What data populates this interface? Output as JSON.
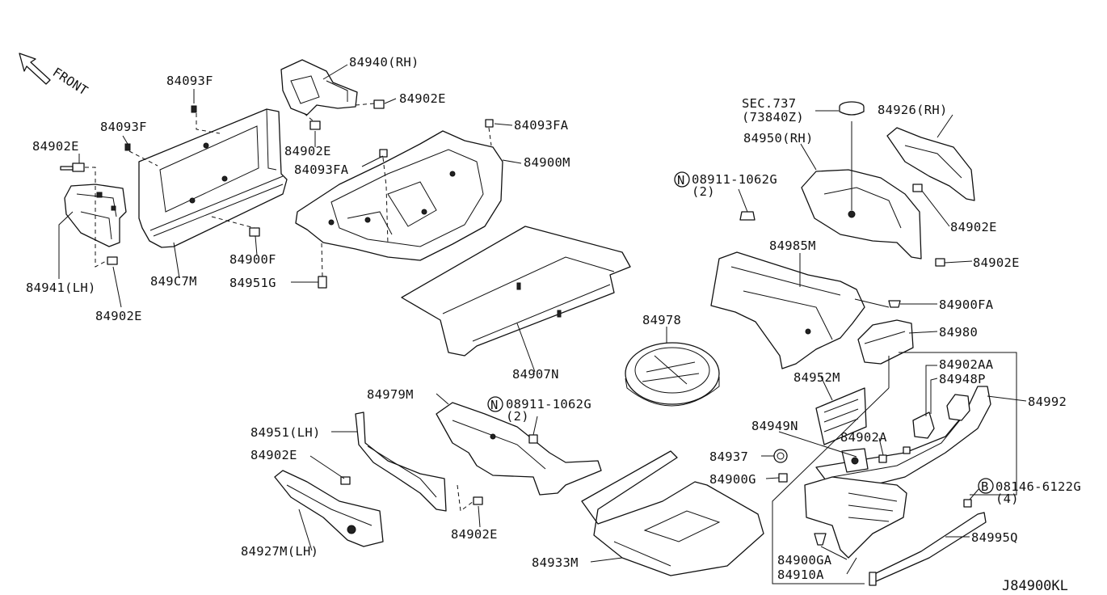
{
  "diagram_ref": "J84900KL",
  "direction_label": "FRONT",
  "labels": {
    "p84940": "84940(RH)",
    "p84902E_top": "84902E",
    "p84093F_top": "84093F",
    "p84093F_mid": "84093F",
    "p84902E_left": "84902E",
    "p84902E_mid": "84902E",
    "p84093FA_right": "84093FA",
    "p84093FA_left": "84093FA",
    "p84900M": "84900M",
    "p84941": "84941(LH)",
    "p84902E_lowleft": "84902E",
    "p849C7M": "849C7M",
    "p84900F": "84900F",
    "p84951G": "84951G",
    "p84907N": "84907N",
    "sec737_line1": "SEC.737",
    "sec737_line2": "(73840Z)",
    "p84926": "84926(RH)",
    "p84950": "84950(RH)",
    "n08911_top": "08911-1062G",
    "n08911_top_qty": "(2)",
    "p84902E_rh1": "84902E",
    "p84902E_rh2": "84902E",
    "p84985M": "84985M",
    "p84900FA": "84900FA",
    "p84980": "84980",
    "p84978": "84978",
    "p84902AA": "84902AA",
    "p84948P": "84948P",
    "p84992": "84992",
    "p84952M": "84952M",
    "p84979M": "84979M",
    "n08911_mid": "08911-1062G",
    "n08911_mid_qty": "(2)",
    "p84951LH": "84951(LH)",
    "p84902E_low1": "84902E",
    "p84902E_low2": "84902E",
    "p84927M": "84927M(LH)",
    "p84949N": "84949N",
    "p84902A": "84902A",
    "p84937": "84937",
    "p84900G": "84900G",
    "b08146": "08146-6122G",
    "b08146_qty": "(4)",
    "p84995Q": "84995Q",
    "p84933M": "84933M",
    "p84900GA": "84900GA",
    "p84910A": "84910A",
    "sym_N": "N",
    "sym_B": "B"
  }
}
